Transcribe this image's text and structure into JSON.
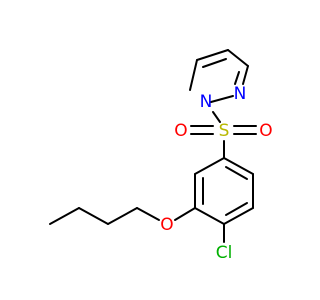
{
  "molecule": {
    "atoms": {
      "n_pyrazole_2": {
        "label": "N",
        "color": "#0000ff"
      },
      "n_pyrazole_1": {
        "label": "N",
        "color": "#0000ff"
      },
      "sulfur": {
        "label": "S",
        "color": "#b8b800"
      },
      "oxygen_sulfonyl_left": {
        "label": "O",
        "color": "#ff0000"
      },
      "oxygen_sulfonyl_right": {
        "label": "O",
        "color": "#ff0000"
      },
      "oxygen_ether": {
        "label": "O",
        "color": "#ff0000"
      },
      "chlorine": {
        "label": "Cl",
        "color": "#00b000"
      }
    },
    "bond_color": "#000000"
  }
}
